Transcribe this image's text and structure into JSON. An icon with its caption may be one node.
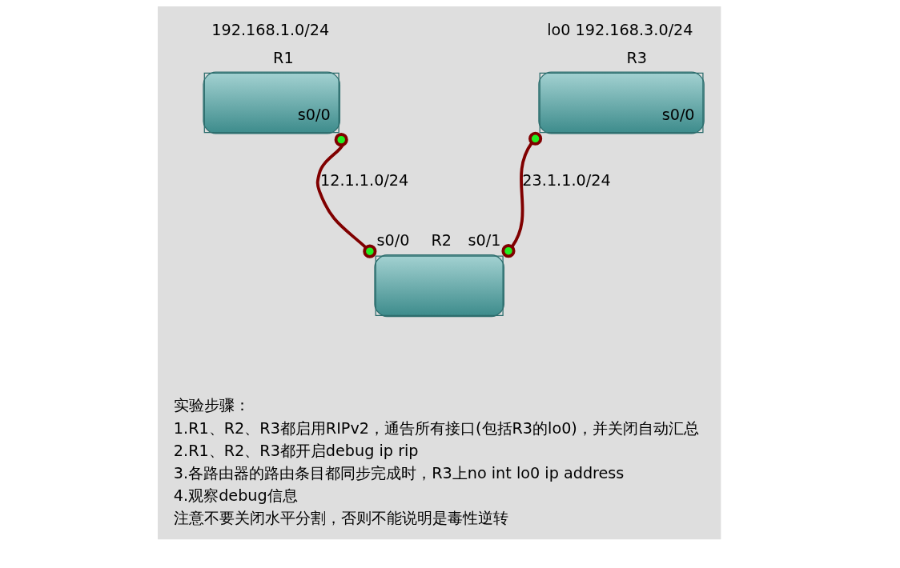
{
  "diagram": {
    "nodes": [
      {
        "text": [
          "R1",
          "s0/0"
        ],
        "beside": [
          "192.168.1.0/24"
        ]
      },
      {
        "text": [
          "R2"
        ],
        "beside": [
          "s0/0",
          "s0/1"
        ]
      },
      {
        "text": [
          "R3",
          "s0/0"
        ],
        "beside": [
          "lo0 192.168.3.0/24"
        ]
      }
    ],
    "edges": [
      {
        "from": 0,
        "to": 1,
        "arrow": "other",
        "label": "12.1.1.0/24"
      },
      {
        "from": 1,
        "to": 2,
        "arrow": "other",
        "label": "23.1.1.0/24"
      }
    ],
    "labels": [
      "实验步骤：",
      "1.R1、R2、R3都启用RIPv2，通告所有接口(包括R3的lo0)，并关闭自动汇总",
      "2.R1、R2、R3都开启debug ip rip",
      "3.各路由器的路由条目都同步完成时，R3上no int lo0 ip address",
      "4.观察debug信息",
      "注意不要关闭水平分割，否则不能说明是毒性逆转"
    ]
  }
}
